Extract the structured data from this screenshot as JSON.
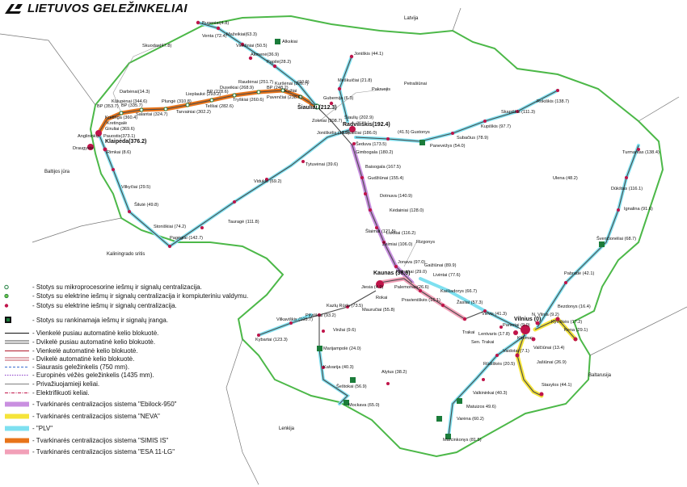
{
  "header": {
    "title": "LIETUVOS GELEŽINKELIAI"
  },
  "neighbors": {
    "latvia": "Latvija",
    "baltic_sea": "Baltijos jūra",
    "kaliningrad": "Kaliningrado sritis",
    "poland": "Lenkija",
    "belarus": "Baltarusija"
  },
  "map_labels": {
    "pakruojis": "Pakruojis",
    "petrasiunai": "Petrašiūnai",
    "rizgonys": "Rizgonys",
    "trakai": "Trakai",
    "sen_trakai": "Sen. Trakai",
    "ulena": "Ulena (48.2)",
    "skuodas": "Skuodas(47.8)",
    "alkskiai": "Alkskiai"
  },
  "stations": [
    {
      "id": "bugeniai",
      "label": "Bugeniai(4.8)"
    },
    {
      "id": "venta",
      "label": "Venta (72.4)"
    },
    {
      "id": "mazeikiai",
      "label": "Mažeikiai(63.3)"
    },
    {
      "id": "viekšniai",
      "label": "Viekšniai (50.5)"
    },
    {
      "id": "akmene",
      "label": "Akmenė(36.9)"
    },
    {
      "id": "papile",
      "label": "Papilė(28.2)"
    },
    {
      "id": "joniskis",
      "label": "Joniškis (44.1)"
    },
    {
      "id": "darbenai",
      "label": "Darbėnai(14.3)"
    },
    {
      "id": "bp1",
      "label": "BP (353.7)"
    },
    {
      "id": "kuliai",
      "label": "Kūlupėnai (344.6)"
    },
    {
      "id": "bp2",
      "label": "BP (335.7)"
    },
    {
      "id": "salantai",
      "label": "Salantai (324.7)"
    },
    {
      "id": "plunge",
      "label": "Plungė (310.8)"
    },
    {
      "id": "tarvainiai",
      "label": "Tarvainiai (302.2)"
    },
    {
      "id": "lieplaukė",
      "label": "Lieplaukė (293.2)"
    },
    {
      "id": "bp3",
      "label": "BP (278.6)"
    },
    {
      "id": "telsiai",
      "label": "Telšiai (282.6)"
    },
    {
      "id": "duseikiai",
      "label": "Duseikiai (268.9)"
    },
    {
      "id": "trys",
      "label": "Tryškiai (260.6)"
    },
    {
      "id": "raudenai",
      "label": "Raudėnai (251.7)"
    },
    {
      "id": "bp4",
      "label": "BP (248.2)"
    },
    {
      "id": "pavenciai",
      "label": "Pavenčiai (238.6)"
    },
    {
      "id": "kursenai",
      "label": "Kuršėnai (226.7)"
    },
    {
      "id": "km109",
      "label": "(10.9)"
    },
    {
      "id": "kuziai",
      "label": "Kužiai"
    },
    {
      "id": "meskuiciai",
      "label": "Meškuičiai (21.8)"
    },
    {
      "id": "gubernija",
      "label": "Gubernija (6.3)"
    },
    {
      "id": "siauliai",
      "label": "Šiauliai (212.3)"
    },
    {
      "id": "zokniai",
      "label": "Zokniai (208.7)"
    },
    {
      "id": "stelnal",
      "label": "Šiaulių (202.9)"
    },
    {
      "id": "radviliskis",
      "label": "Radviliškis(192.4)"
    },
    {
      "id": "linkaiciai",
      "label": "Linkaičiai (186.0)"
    },
    {
      "id": "sedula",
      "label": "Šeduva (173.5)"
    },
    {
      "id": "gimbogala",
      "label": "Gimbogala (180.2)"
    },
    {
      "id": "baisogala",
      "label": "Baisogala (167.5)"
    },
    {
      "id": "gudziunai",
      "label": "Gudžiūnai (155.4)"
    },
    {
      "id": "dotnuva",
      "label": "Dotnuva (140.9)"
    },
    {
      "id": "kedainiai",
      "label": "Kėdainiai (128.0)"
    },
    {
      "id": "siaurlai",
      "label": "Šlaimai (121.5)"
    },
    {
      "id": "luksiai",
      "label": "Lukšiai (116.2)"
    },
    {
      "id": "zeimiai",
      "label": "Žeimiai (106.0)"
    },
    {
      "id": "jonava",
      "label": "Jonava (97.0)"
    },
    {
      "id": "gaizunai",
      "label": "Gaižiūnai (89.9)"
    },
    {
      "id": "kalneliai",
      "label": "Kalnėnai (29.0)"
    },
    {
      "id": "livintai",
      "label": "Livintai (77.6)"
    },
    {
      "id": "palemonas",
      "label": "Palemonas(26.6)"
    },
    {
      "id": "kaisiadorys",
      "label": "Kaišiadorys (66.7)"
    },
    {
      "id": "pravieniskes",
      "label": "Pravieniškės (16.1)"
    },
    {
      "id": "zasliai",
      "label": "Žasliai (57.3)"
    },
    {
      "id": "kaunas",
      "label": "Kaunas (36.6)"
    },
    {
      "id": "jiesia",
      "label": "Jiesia (4.9)"
    },
    {
      "id": "rokai",
      "label": "Rokai"
    },
    {
      "id": "mauruciai",
      "label": "Mauručiai (55.8)"
    },
    {
      "id": "kazlu",
      "label": "Kazlų Rūda (73.5)"
    },
    {
      "id": "pilviskiai",
      "label": "Pilviškiai (93.2)"
    },
    {
      "id": "vilkaviskis",
      "label": "Vilkaviškis (105.7)"
    },
    {
      "id": "kybartai",
      "label": "Kybartai (123.3)"
    },
    {
      "id": "vinzai",
      "label": "Vinžai (9.6)"
    },
    {
      "id": "marijampole",
      "label": "Marijampolė (24.0)"
    },
    {
      "id": "kalvarija",
      "label": "Kalvarija (40.3)"
    },
    {
      "id": "alytus",
      "label": "Alytus (38.2)"
    },
    {
      "id": "seštokai",
      "label": "Šeštokai (56.9)"
    },
    {
      "id": "mockava",
      "label": "Mockava (65.0)"
    },
    {
      "id": "vievis",
      "label": "Vievis (41.3)"
    },
    {
      "id": "lentvaris",
      "label": "Lentvaris (17.8)"
    },
    {
      "id": "paneriai",
      "label": "Paneriai (9.0)"
    },
    {
      "id": "vilnius",
      "label": "Vilnius (0)"
    },
    {
      "id": "nvilnia",
      "label": "N. Vilnia (9.2)"
    },
    {
      "id": "kyviskes",
      "label": "Kyviškės (17.2)"
    },
    {
      "id": "kena",
      "label": "Kena (29.1)"
    },
    {
      "id": "bezdonys",
      "label": "Bezdonys (16.4)"
    },
    {
      "id": "vaidotai",
      "label": "Vaidotai (7.1)"
    },
    {
      "id": "valciunai",
      "label": "Valčiūnai (13.4)"
    },
    {
      "id": "jasiunai",
      "label": "Jašiūnai (26.9)"
    },
    {
      "id": "kirtimai",
      "label": "Kirtimai"
    },
    {
      "id": "rudiskes",
      "label": "Rūdiškės (20.5)"
    },
    {
      "id": "stasylos",
      "label": "Stasylos (44.1)"
    },
    {
      "id": "valkininkai",
      "label": "Valkininkai (40.3)"
    },
    {
      "id": "matuizos",
      "label": "Matuizos 49.6)"
    },
    {
      "id": "varena",
      "label": "Varėna (60.2)"
    },
    {
      "id": "marcinkonys",
      "label": "Marcinkonys (81.5)"
    },
    {
      "id": "pabrade",
      "label": "Pabradė (42.1)"
    },
    {
      "id": "svencioneliai",
      "label": "Švenčionėliai (68.7)"
    },
    {
      "id": "ignalina",
      "label": "Ignalina (91.6)"
    },
    {
      "id": "dukstas",
      "label": "Dūkštas (116.1)"
    },
    {
      "id": "turmantas",
      "label": "Turmantas (138.4)"
    },
    {
      "id": "rokiskis",
      "label": "Rokiškis (138.7)"
    },
    {
      "id": "skapiskis",
      "label": "Skapiškis (111.3)"
    },
    {
      "id": "kupiskis",
      "label": "Kupiškis (97.7)"
    },
    {
      "id": "subacius",
      "label": "Subačius (78.9)"
    },
    {
      "id": "panevezys",
      "label": "Panevėžys (54.0)"
    },
    {
      "id": "gustonys",
      "label": "(41.5) Gustonys"
    },
    {
      "id": "joniskelis",
      "label": "Joniškėlis (10.0)"
    },
    {
      "id": "tytuvenai",
      "label": "Tytuvėnai (39.6)"
    },
    {
      "id": "viduklė",
      "label": "Viduklė (69.2)"
    },
    {
      "id": "taurage",
      "label": "Tauragė (111.8)"
    },
    {
      "id": "pagegiai",
      "label": "Pagėgiai (142.7)"
    },
    {
      "id": "stoniskiai",
      "label": "Stoniškiai (74.2)"
    },
    {
      "id": "silute",
      "label": "Šilutė (49.8)"
    },
    {
      "id": "vilkyciai",
      "label": "Vilkyčiai (29.5)"
    },
    {
      "id": "rimkai",
      "label": "Rimkai (8.6)"
    },
    {
      "id": "draugyste",
      "label": "Draugystė"
    },
    {
      "id": "klaipeda",
      "label": "Klaipėda(376.2)"
    },
    {
      "id": "pauostis",
      "label": "Pauostis(373.1)"
    },
    {
      "id": "kretinga",
      "label": "Kretinga (360.4)"
    },
    {
      "id": "giruliai",
      "label": "Giruliai (369.6)"
    },
    {
      "id": "kretingale",
      "label": "Kretingalė"
    },
    {
      "id": "angliai",
      "label": "Anglininkų"
    }
  ],
  "legend": [
    {
      "key": "mikro",
      "text": "- Stotys su mikroprocesorine  iešmų ir signalų centralizacija."
    },
    {
      "key": "komp",
      "text": "- Stotys su elektrine iešmų ir signalų centralizacija ir kompiuteriniu valdymu."
    },
    {
      "key": "elektr",
      "text": "- Stotys su elektrine iešmų ir signalų centralizacija."
    },
    {
      "key": "rank",
      "text": "- Stotys su rankinamaja iešmų ir signalų įranga."
    },
    {
      "key": "v_pusiau",
      "text": "- Vienkelė pusiau automatinė kelio blokuotė."
    },
    {
      "key": "d_pusiau",
      "text": "- Dvikelė pusiau automatinė kelio blokuotė."
    },
    {
      "key": "v_auto",
      "text": "- Vienkelė  automatinė kelio blokuotė."
    },
    {
      "key": "d_auto",
      "text": "- Dvikelė automatinė kelio blokuotė."
    },
    {
      "key": "siaur",
      "text": "- Siaurasis geležinkelis (750 mm)."
    },
    {
      "key": "europ",
      "text": "- Europinės vėžės geležinkelis (1435 mm)."
    },
    {
      "key": "priv",
      "text": "- Privažiuojamieji keliai."
    },
    {
      "key": "elektrif",
      "text": "- Elektrifikuoti keliai."
    },
    {
      "key": "ebilock",
      "text": "- Tvarkinarės centralizacijos sistema \"Ebilock-950\""
    },
    {
      "key": "neva",
      "text": "- Tvarkinarės centralizacijos sistema \"NEVA\""
    },
    {
      "key": "plv",
      "text": "- \"PLV\""
    },
    {
      "key": "simis",
      "text": "- Tvarkinarės centralizacijos sistema \"SIMIS IS\""
    },
    {
      "key": "esa",
      "text": "- Tvarkinarės centralizacijos sistema \"ESA 11-LG\""
    }
  ],
  "colors": {
    "border": "#4cb848",
    "ebilock": "#c98fe0",
    "neva": "#f5e43a",
    "plv": "#7ee0f0",
    "simis": "#e8741a",
    "esa": "#f2a0b8",
    "track": "#4a4a4a",
    "station": "#c0144a"
  }
}
